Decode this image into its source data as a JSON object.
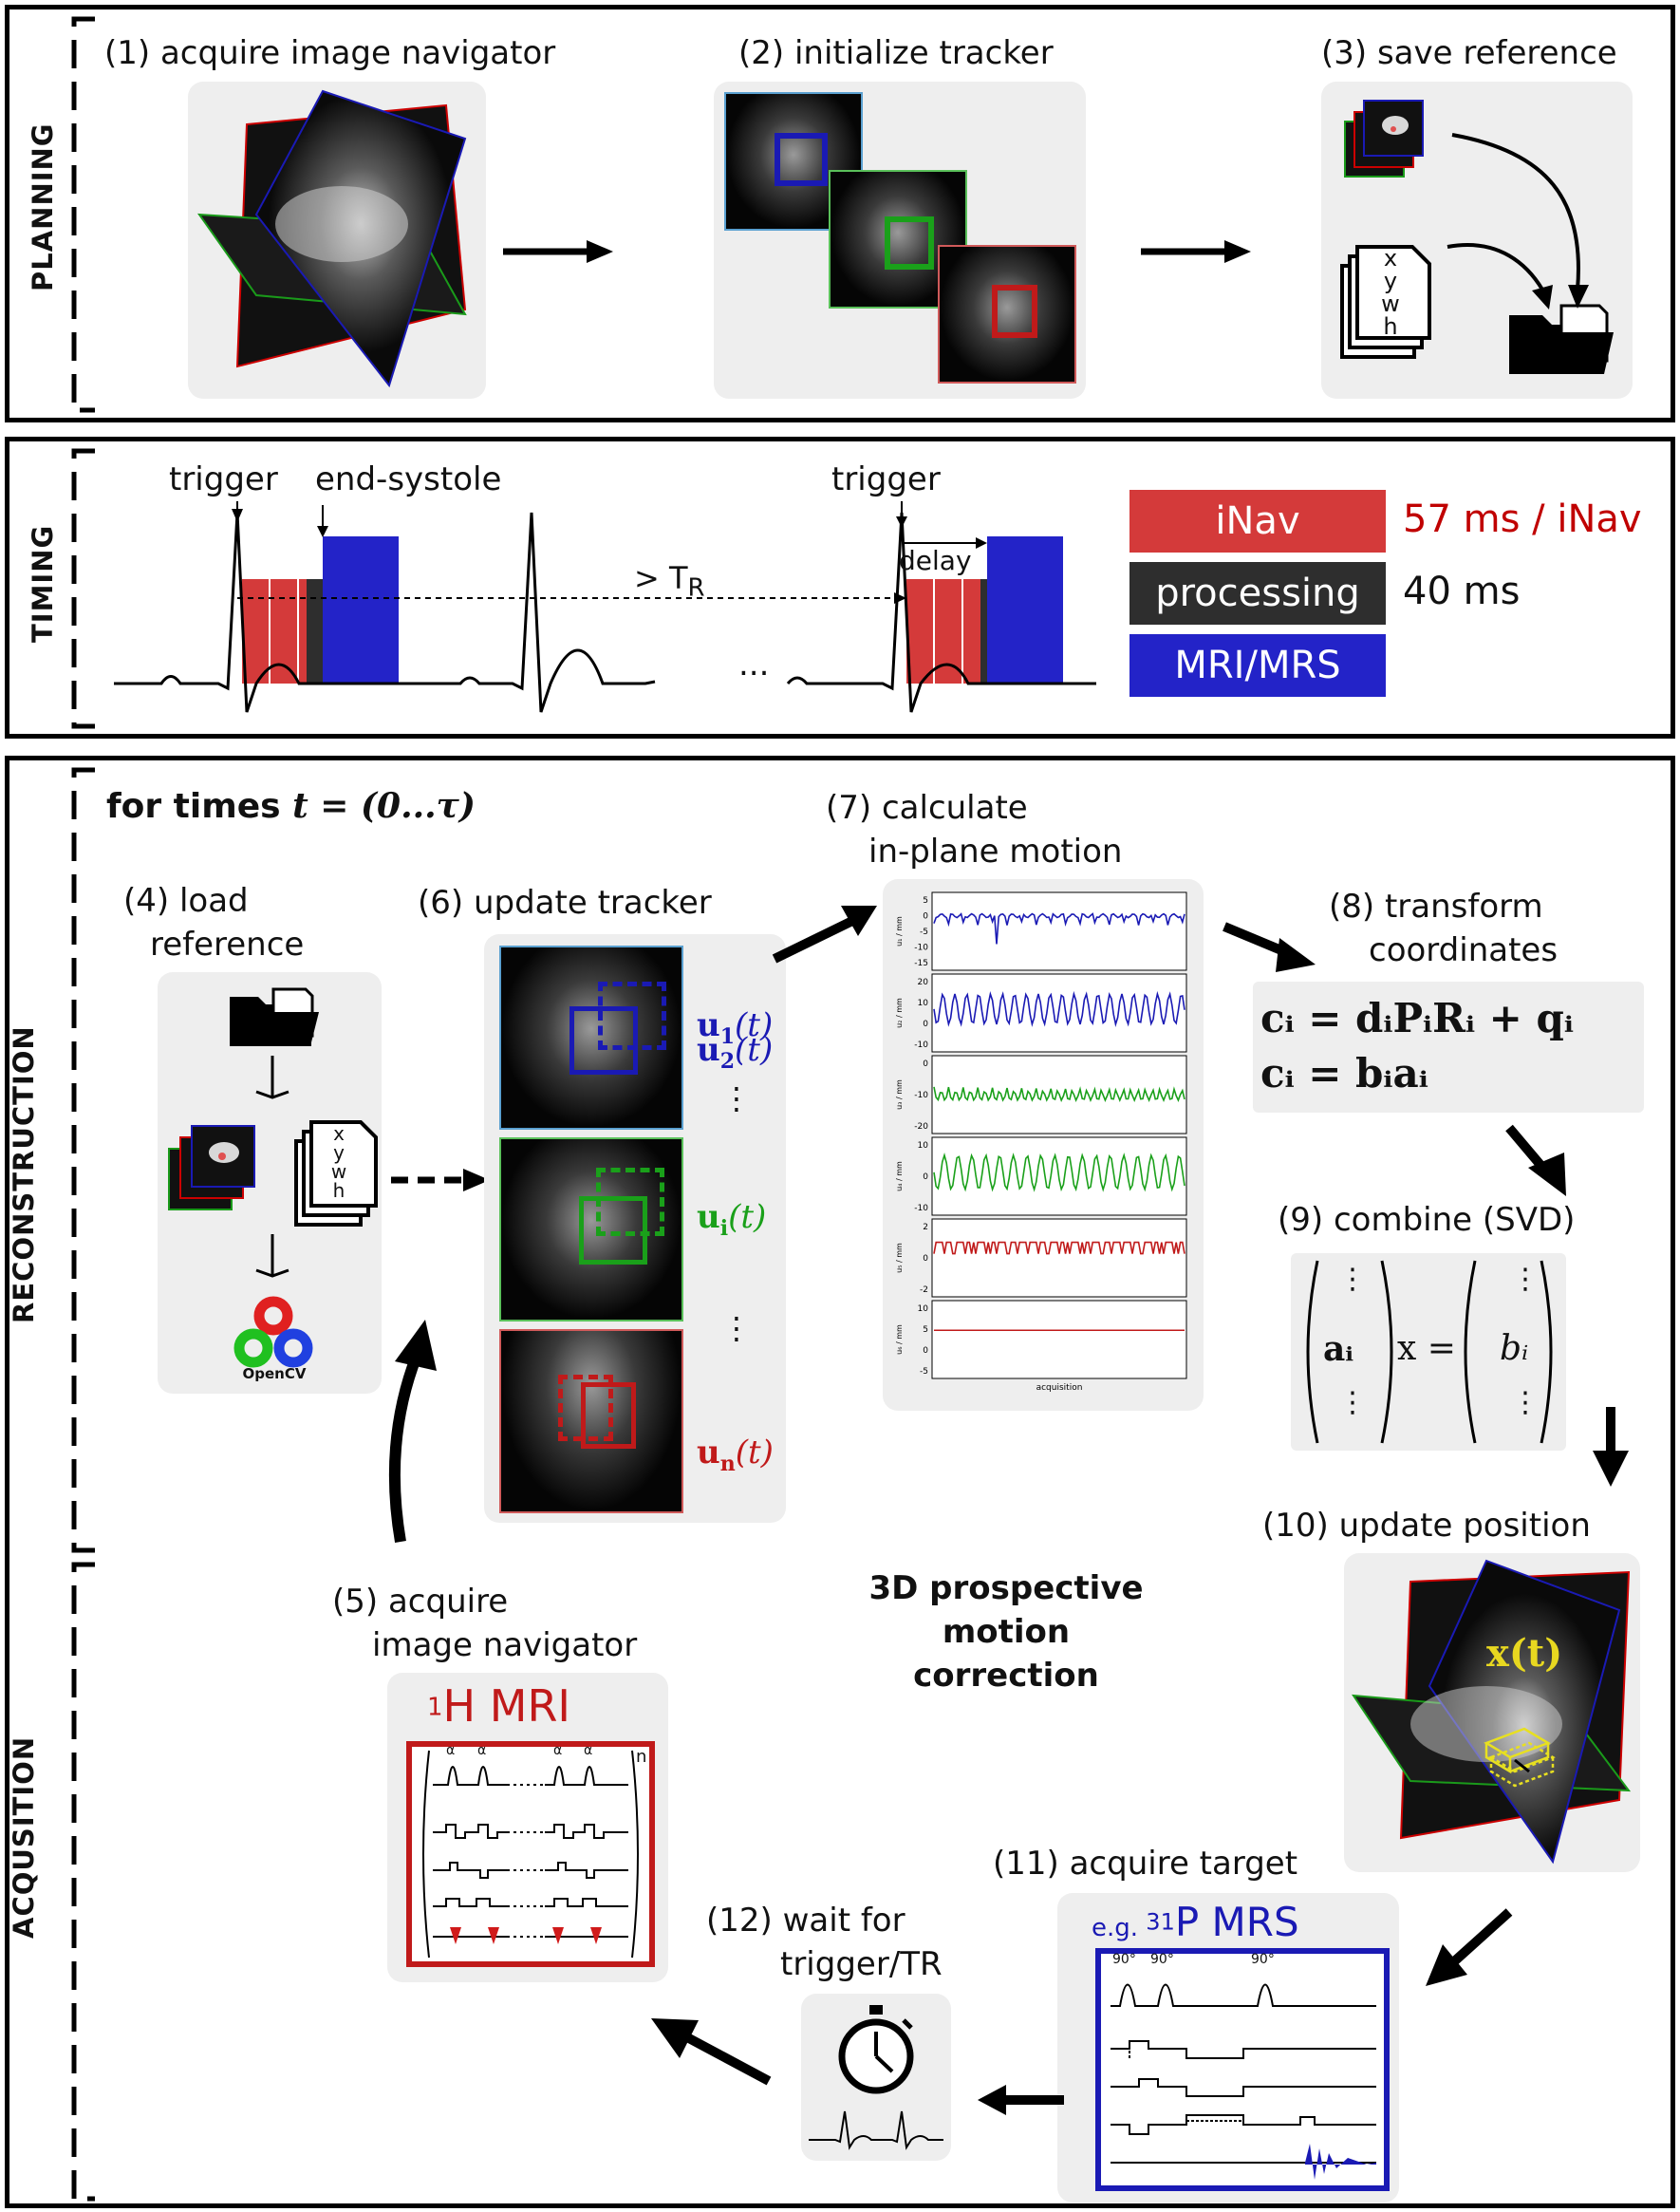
{
  "sections": {
    "planning": "PLANNING",
    "timing": "TIMING",
    "reconstruction": "RECONSTRUCTION",
    "acquisition": "ACQUSITION"
  },
  "planning": {
    "step1": "(1) acquire image navigator",
    "step2": "(2) initialize tracker",
    "step3": "(3) save reference",
    "file_letters": [
      "x",
      "y",
      "w",
      "h"
    ]
  },
  "timing": {
    "trigger1": "trigger",
    "end_systole": "end-systole",
    "tr_label_prefix": "> T",
    "tr_label_sub": "R",
    "ellipsis": "...",
    "trigger2": "trigger",
    "delay": "delay",
    "legend": [
      {
        "label": "iNav",
        "color": "#d43a3a",
        "value": "57 ms / iNav",
        "value_color": "#c00000"
      },
      {
        "label": "processing",
        "color": "#2e2e2e",
        "value": "40 ms",
        "value_color": "#111111"
      },
      {
        "label": "MRI/MRS",
        "color": "#2323c8",
        "value": "",
        "value_color": "#111111"
      }
    ]
  },
  "reconstruction": {
    "loop_header_prefix": "for times ",
    "loop_header_math": "t = (0...τ)",
    "step4_line1": "(4) load",
    "step4_line2": "reference",
    "opencv_label": "OpenCV",
    "step6": "(6) update tracker",
    "tracker_labels": [
      {
        "sym": "u",
        "sub": "1",
        "arg": "(t)",
        "color": "#1a1ab4"
      },
      {
        "sym": "u",
        "sub": "2",
        "arg": "(t)",
        "color": "#1a1ab4"
      },
      {
        "sym": "u",
        "sub": "i",
        "arg": "(t)",
        "color": "#1aa01a"
      },
      {
        "sym": "u",
        "sub": "n",
        "arg": "(t)",
        "color": "#c01a1a"
      }
    ],
    "vdots": "⋮",
    "step7_line1": "(7) calculate",
    "step7_line2": "in-plane motion",
    "motion_xlabel": "acquisition",
    "motion_plots": [
      {
        "ylabel": "u₁ / mm",
        "ticks": [
          "5",
          "0",
          "-5",
          "-10",
          "-15"
        ],
        "color": "#1a1ab4"
      },
      {
        "ylabel": "u₂ / mm",
        "ticks": [
          "20",
          "10",
          "0",
          "-10"
        ],
        "color": "#1a1ab4"
      },
      {
        "ylabel": "u₃ / mm",
        "ticks": [
          "0",
          "-10",
          "-20"
        ],
        "color": "#1aa01a"
      },
      {
        "ylabel": "u₄ / mm",
        "ticks": [
          "10",
          "0",
          "-10"
        ],
        "color": "#1aa01a"
      },
      {
        "ylabel": "u₅ / mm",
        "ticks": [
          "2",
          "0",
          "-2"
        ],
        "color": "#c01a1a"
      },
      {
        "ylabel": "u₆ / mm",
        "ticks": [
          "10",
          "5",
          "0",
          "-5"
        ],
        "color": "#c01a1a"
      }
    ],
    "step8_line1": "(8) transform",
    "step8_line2": "coordinates",
    "eq1": "cᵢ = dᵢPᵢRᵢ + qᵢ",
    "eq2": "cᵢ = bᵢaᵢ",
    "step9": "(9) combine (SVD)",
    "svd_left": "aᵢ",
    "svd_mid": "x =",
    "svd_right": "bᵢ",
    "step10": "(10) update position",
    "position_label": "x(t)"
  },
  "acquisition": {
    "step5_line1": "(5) acquire",
    "step5_line2": "image navigator",
    "center_line1": "3D prospective",
    "center_line2": "motion correction",
    "mri_title_sup": "1",
    "mri_title": "H MRI",
    "mri_n": "n",
    "alpha": "α",
    "step11": "(11) acquire target",
    "mrs_prefix": "e.g. ",
    "mrs_sup": "31",
    "mrs_title": "P MRS",
    "deg": "90°",
    "step12_line1": "(12) wait for",
    "step12_line2": "trigger/TR"
  }
}
